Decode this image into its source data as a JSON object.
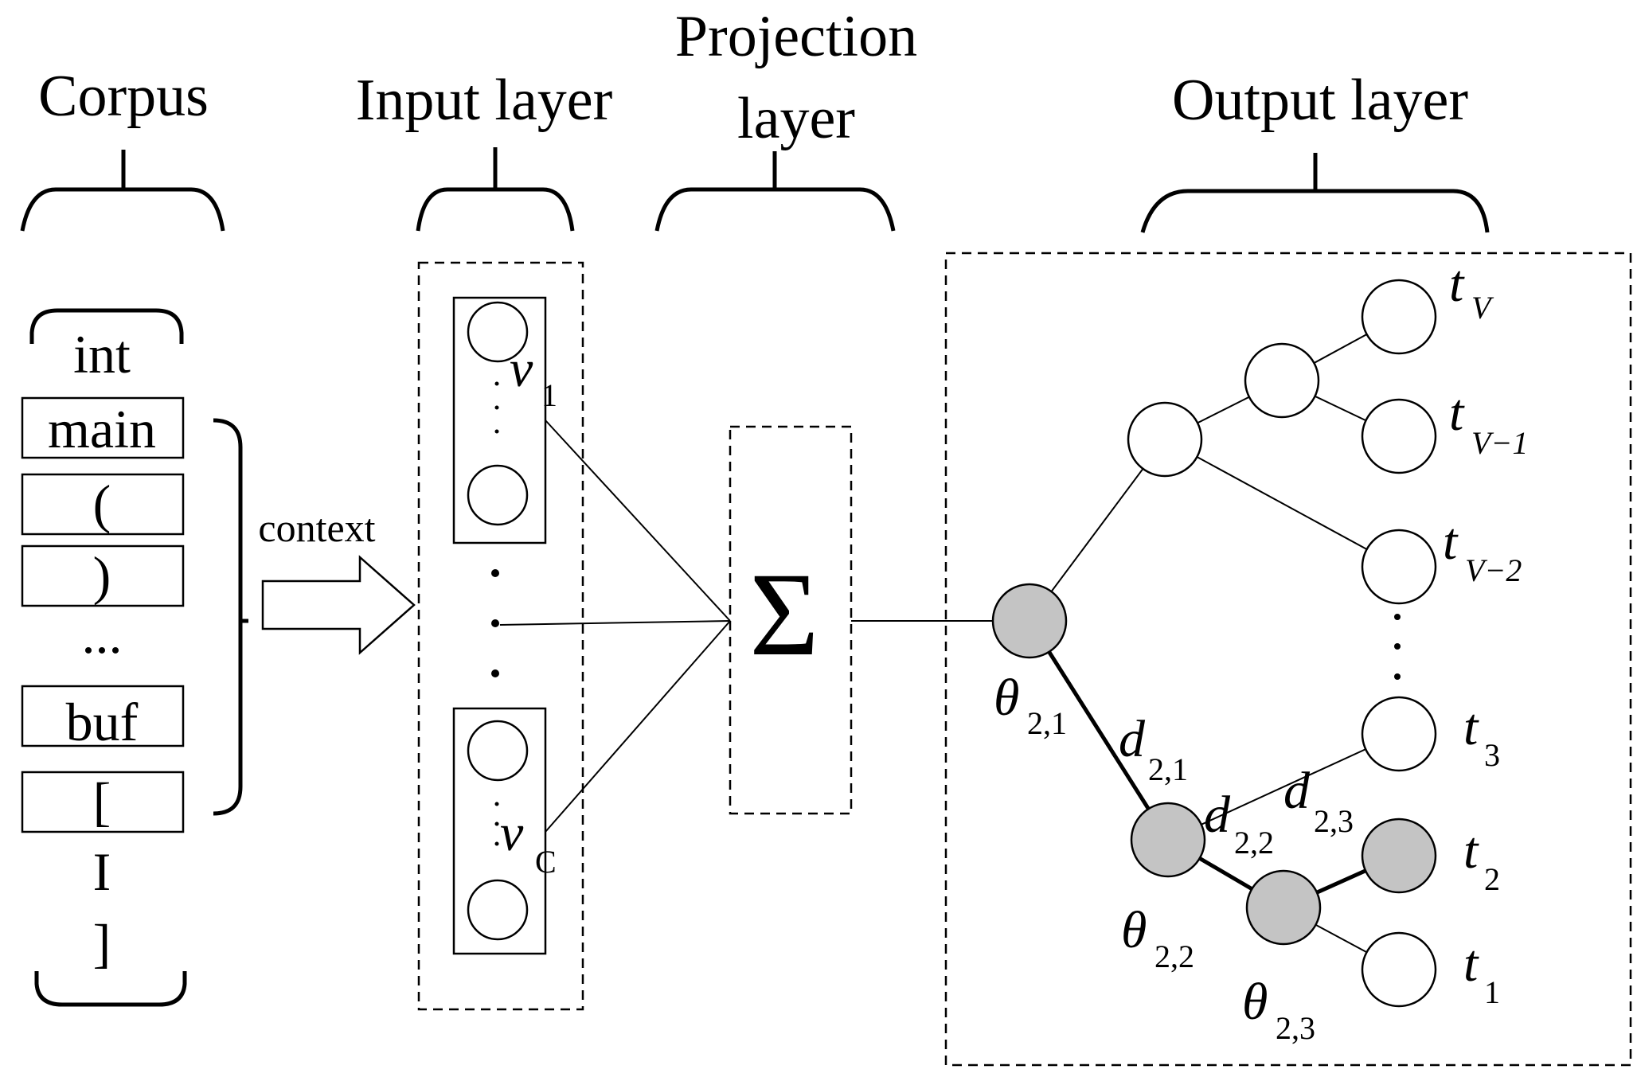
{
  "headings": {
    "corpus": "Corpus",
    "input": "Input layer",
    "projection_line1": "Projection",
    "projection_line2": "layer",
    "output": "Output layer"
  },
  "corpus_words": {
    "w0": "int",
    "w1": "main",
    "w2": "(",
    "w3": ")",
    "w4": "...",
    "w5": "buf",
    "w6": "[",
    "w7": "I",
    "w8": "]"
  },
  "context_label": "context",
  "projection_symbol": "Σ",
  "input_labels": {
    "v1_base": "v",
    "v1_sub": "1",
    "vc_base": "v",
    "vc_sub": "C"
  },
  "leaf_labels": {
    "tV": {
      "base": "t",
      "sub": "V"
    },
    "tV1": {
      "base": "t",
      "sub": "V−1"
    },
    "tV2": {
      "base": "t",
      "sub": "V−2"
    },
    "t3": {
      "base": "t",
      "sub": "3"
    },
    "t2": {
      "base": "t",
      "sub": "2"
    },
    "t1": {
      "base": "t",
      "sub": "1"
    }
  },
  "theta_labels": {
    "th21": {
      "base": "θ",
      "sub": "2,1"
    },
    "th22": {
      "base": "θ",
      "sub": "2,2"
    },
    "th23": {
      "base": "θ",
      "sub": "2,3"
    }
  },
  "d_labels": {
    "d21": {
      "base": "d",
      "sub": "2,1"
    },
    "d22": {
      "base": "d",
      "sub": "2,2"
    },
    "d23": {
      "base": "d",
      "sub": "2,3"
    }
  },
  "colors": {
    "highlight_node": "#c4c4c4",
    "node": "#ffffff",
    "stroke": "#000000"
  }
}
